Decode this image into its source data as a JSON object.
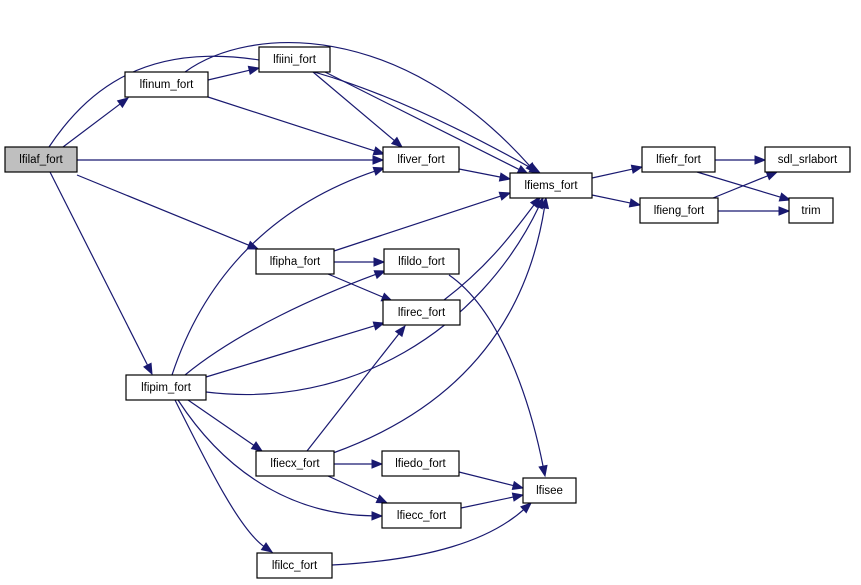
{
  "graph": {
    "title": "Call graph of lfilaf_fort",
    "colors": {
      "edge": "#191970",
      "root_fill": "#bfbfbf",
      "node_fill": "#ffffff",
      "border": "#000000"
    },
    "nodes": [
      {
        "id": "lfilaf",
        "label": "lfilaf_fort",
        "root": true
      },
      {
        "id": "lfinum",
        "label": "lfinum_fort"
      },
      {
        "id": "lfiini",
        "label": "lfiini_fort"
      },
      {
        "id": "lfiver",
        "label": "lfiver_fort"
      },
      {
        "id": "lfiems",
        "label": "lfiems_fort"
      },
      {
        "id": "lfiefr",
        "label": "lfiefr_fort"
      },
      {
        "id": "sdl",
        "label": "sdl_srlabort"
      },
      {
        "id": "lfieng",
        "label": "lfieng_fort"
      },
      {
        "id": "trim",
        "label": "trim"
      },
      {
        "id": "lfipha",
        "label": "lfipha_fort"
      },
      {
        "id": "lfildo",
        "label": "lfildo_fort"
      },
      {
        "id": "lfirec",
        "label": "lfirec_fort"
      },
      {
        "id": "lfipim",
        "label": "lfipim_fort"
      },
      {
        "id": "lfiecx",
        "label": "lfiecx_fort"
      },
      {
        "id": "lfiedo",
        "label": "lfiedo_fort"
      },
      {
        "id": "lfisee",
        "label": "lfisee"
      },
      {
        "id": "lfiecc",
        "label": "lfiecc_fort"
      },
      {
        "id": "lfilcc",
        "label": "lfilcc_fort"
      }
    ],
    "edges": [
      [
        "lfilaf",
        "lfinum"
      ],
      [
        "lfilaf",
        "lfiems"
      ],
      [
        "lfilaf",
        "lfiver"
      ],
      [
        "lfilaf",
        "lfipha"
      ],
      [
        "lfilaf",
        "lfipim"
      ],
      [
        "lfinum",
        "lfiini"
      ],
      [
        "lfinum",
        "lfiems"
      ],
      [
        "lfinum",
        "lfiver"
      ],
      [
        "lfiini",
        "lfiver"
      ],
      [
        "lfiini",
        "lfiems"
      ],
      [
        "lfiver",
        "lfiems"
      ],
      [
        "lfiems",
        "lfiefr"
      ],
      [
        "lfiems",
        "lfieng"
      ],
      [
        "lfiefr",
        "sdl"
      ],
      [
        "lfiefr",
        "trim"
      ],
      [
        "lfieng",
        "sdl"
      ],
      [
        "lfieng",
        "trim"
      ],
      [
        "lfipha",
        "lfiems"
      ],
      [
        "lfipha",
        "lfildo"
      ],
      [
        "lfipha",
        "lfirec"
      ],
      [
        "lfildo",
        "lfisee"
      ],
      [
        "lfirec",
        "lfiems"
      ],
      [
        "lfipim",
        "lfiver"
      ],
      [
        "lfipim",
        "lfildo"
      ],
      [
        "lfipim",
        "lfirec"
      ],
      [
        "lfipim",
        "lfiems"
      ],
      [
        "lfipim",
        "lfiecx"
      ],
      [
        "lfipim",
        "lfiecc"
      ],
      [
        "lfipim",
        "lfilcc"
      ],
      [
        "lfiecx",
        "lfirec"
      ],
      [
        "lfiecx",
        "lfiems"
      ],
      [
        "lfiecx",
        "lfiedo"
      ],
      [
        "lfiecx",
        "lfiecc"
      ],
      [
        "lfiedo",
        "lfisee"
      ],
      [
        "lfiecc",
        "lfisee"
      ],
      [
        "lfilcc",
        "lfisee"
      ]
    ]
  }
}
